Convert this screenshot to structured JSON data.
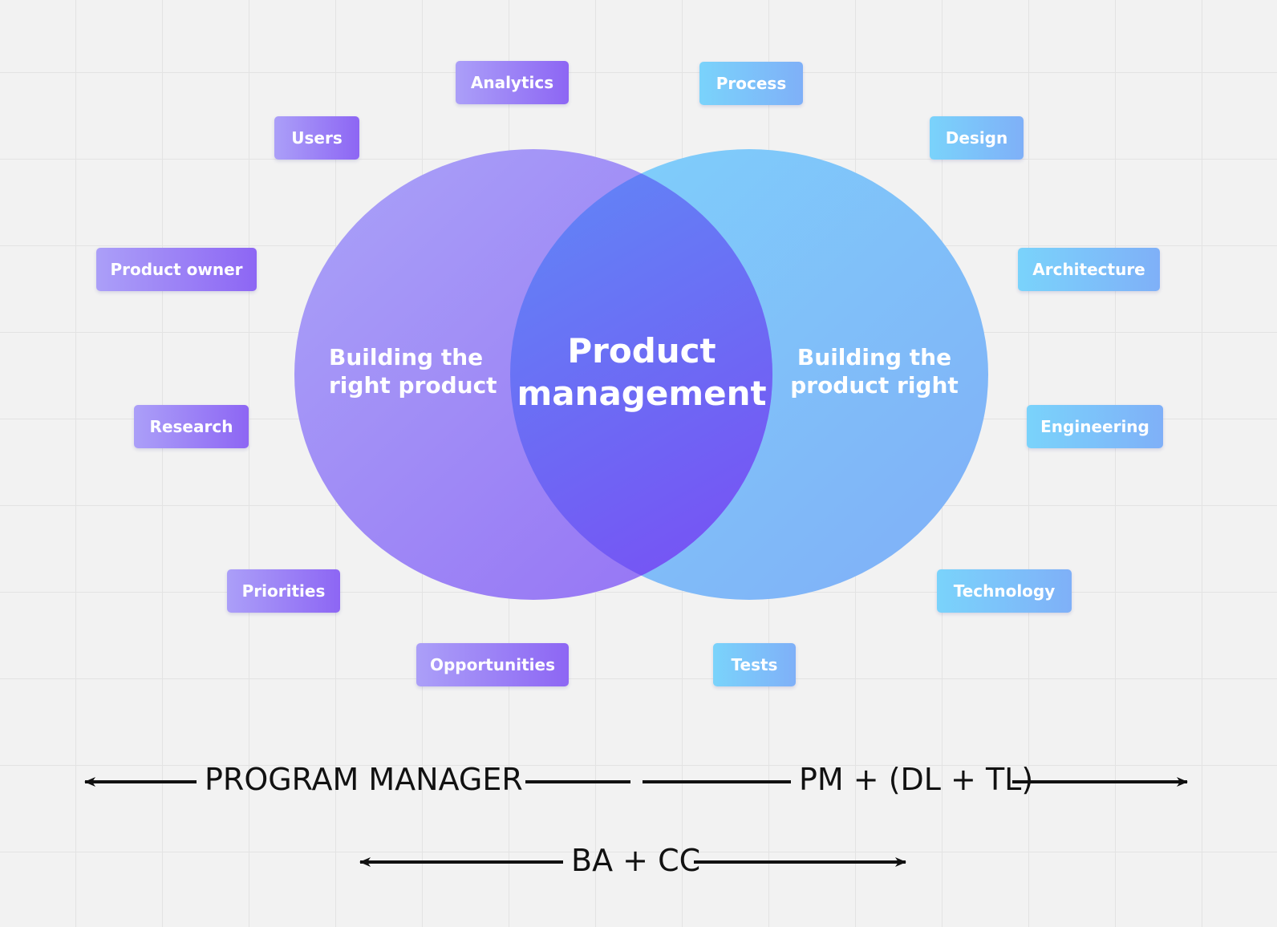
{
  "diagram": {
    "center_label": "Product\nmanagement",
    "left_circle_label": "Building the\nright product",
    "right_circle_label": "Building the\nproduct right",
    "colors": {
      "background": "#f2f2f2",
      "left_circle": "#9f8bf7",
      "right_circle": "#7cc4fa",
      "overlap": "#6d6cf6",
      "tag_purple": "#9b86f6",
      "tag_blue": "#7dc3f9",
      "arrow": "#111111"
    },
    "left_tags": [
      {
        "label": "Analytics"
      },
      {
        "label": "Users"
      },
      {
        "label": "Product owner"
      },
      {
        "label": "Research"
      },
      {
        "label": "Priorities"
      },
      {
        "label": "Opportunities"
      }
    ],
    "right_tags": [
      {
        "label": "Process"
      },
      {
        "label": "Design"
      },
      {
        "label": "Architecture"
      },
      {
        "label": "Engineering"
      },
      {
        "label": "Technology"
      },
      {
        "label": "Tests"
      }
    ],
    "role_arrows": {
      "program_manager": "PROGRAM MANAGER",
      "pm_dl_tl": "PM + (DL + TL)",
      "ba_cc": "BA + CC"
    }
  }
}
